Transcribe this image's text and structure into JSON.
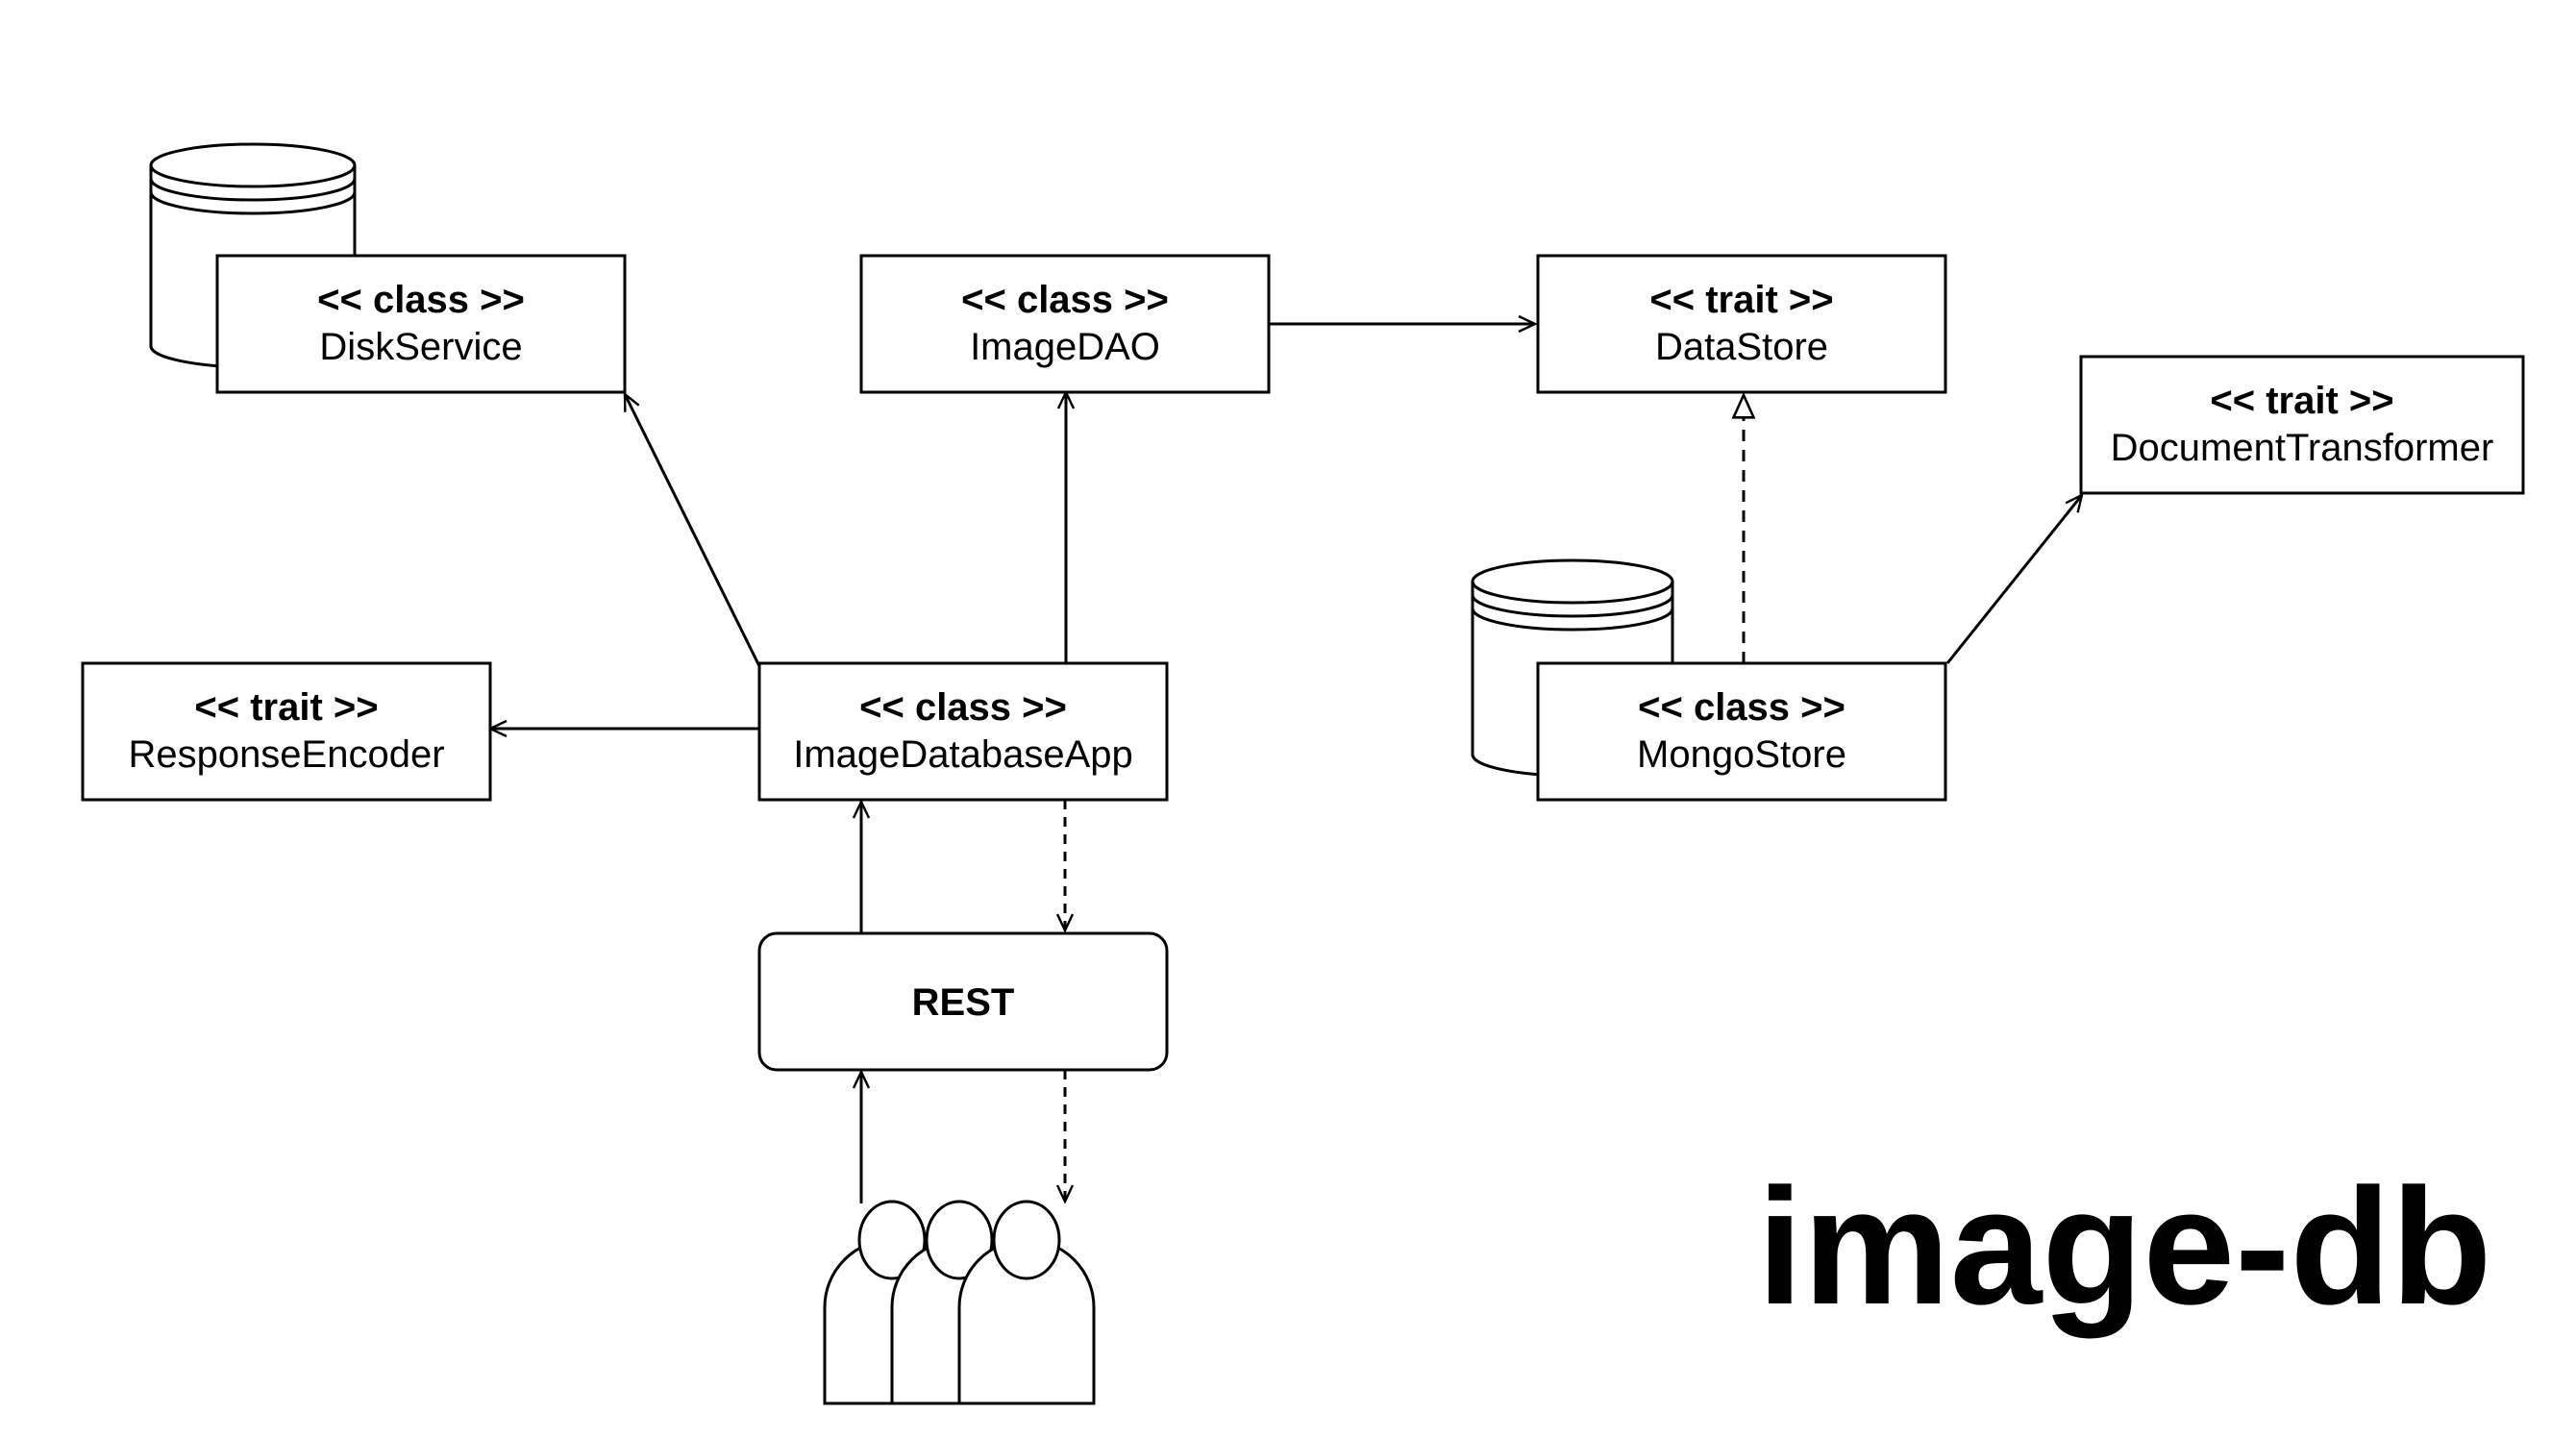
{
  "title": "image-db",
  "nodes": {
    "disk_service": {
      "stereotype": "<< class >>",
      "name": "DiskService"
    },
    "image_dao": {
      "stereotype": "<< class >>",
      "name": "ImageDAO"
    },
    "data_store": {
      "stereotype": "<< trait >>",
      "name": "DataStore"
    },
    "document_transformer": {
      "stereotype": "<< trait >>",
      "name": "DocumentTransformer"
    },
    "response_encoder": {
      "stereotype": "<< trait >>",
      "name": "ResponseEncoder"
    },
    "image_database_app": {
      "stereotype": "<< class >>",
      "name": "ImageDatabaseApp"
    },
    "mongo_store": {
      "stereotype": "<< class >>",
      "name": "MongoStore"
    },
    "rest": {
      "name": "REST"
    }
  },
  "edges": [
    {
      "from": "image_database_app",
      "to": "disk_service",
      "style": "solid"
    },
    {
      "from": "image_database_app",
      "to": "image_dao",
      "style": "solid"
    },
    {
      "from": "image_database_app",
      "to": "response_encoder",
      "style": "solid"
    },
    {
      "from": "image_dao",
      "to": "data_store",
      "style": "solid"
    },
    {
      "from": "mongo_store",
      "to": "data_store",
      "style": "dashed-realization"
    },
    {
      "from": "mongo_store",
      "to": "document_transformer",
      "style": "solid"
    },
    {
      "from": "rest",
      "to": "image_database_app",
      "style": "solid"
    },
    {
      "from": "image_database_app",
      "to": "rest",
      "style": "dashed"
    },
    {
      "from": "users",
      "to": "rest",
      "style": "solid"
    },
    {
      "from": "rest",
      "to": "users",
      "style": "dashed"
    }
  ],
  "icons": [
    "database-icon",
    "database-icon",
    "users-icon"
  ]
}
